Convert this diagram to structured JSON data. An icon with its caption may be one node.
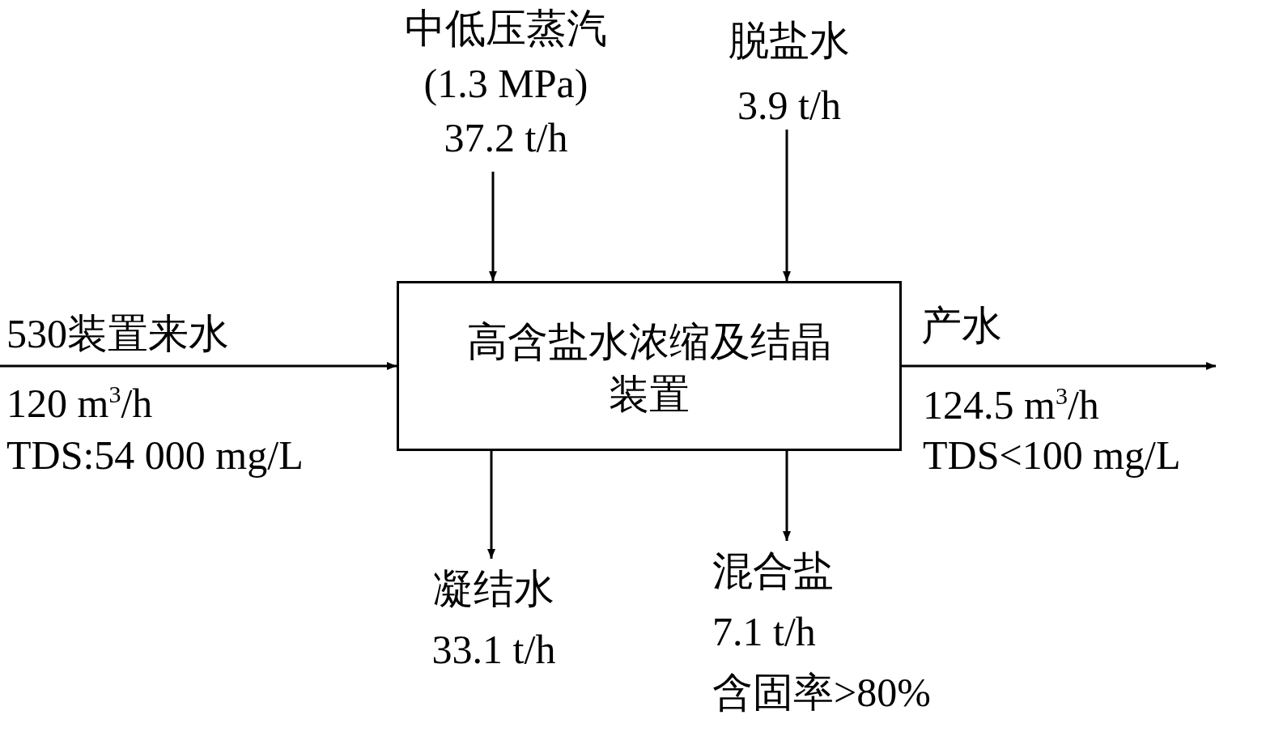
{
  "diagram": {
    "nodes": [
      {
        "text": [
          "高含盐水浓缩及结晶装置"
        ]
      },
      {
        "text": [
          "中低压蒸汽",
          "(1.3 MPa)",
          "37.2 t/h"
        ]
      },
      {
        "text": [
          "脱盐水",
          "3.9 t/h"
        ]
      },
      {
        "text": [
          "凝结水",
          "33.1 t/h"
        ]
      },
      {
        "text": [
          "混合盐",
          "7.1 t/h",
          "含固率>80%"
        ]
      }
    ],
    "edges": [
      {
        "from": 1,
        "to": 0,
        "arrow": "to"
      },
      {
        "from": 2,
        "to": 0,
        "arrow": "to"
      },
      {
        "from": null,
        "to": 0,
        "arrow": "to"
      },
      {
        "from": 0,
        "to": null,
        "arrow": "to"
      },
      {
        "from": 0,
        "to": 3,
        "arrow": "to"
      },
      {
        "from": 0,
        "to": 4,
        "arrow": "to"
      }
    ],
    "labels": [
      "530装置来水",
      "120 m$^{3}$/h",
      "TDS:54 000 mg/L",
      "产水",
      "124.5 m$^{3}$/h",
      "TDS<100 mg/L"
    ]
  }
}
